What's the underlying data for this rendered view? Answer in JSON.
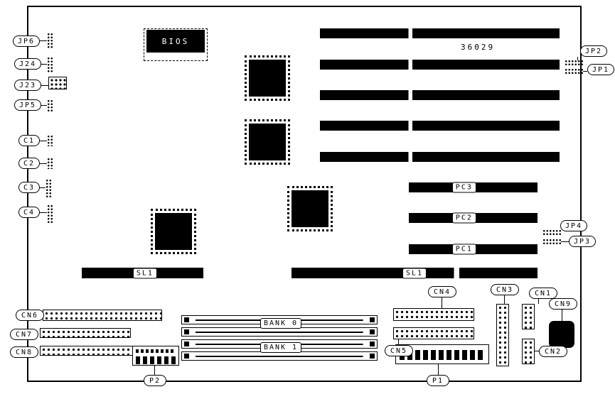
{
  "diagram": {
    "type": "motherboard-layout",
    "part_number": "36029",
    "bios_label": "BIOS"
  },
  "callouts": {
    "jp6": "JP6",
    "j24": "J24",
    "j23": "J23",
    "jp5": "JP5",
    "c1": "C1",
    "c2": "C2",
    "c3": "C3",
    "c4": "C4",
    "cn6": "CN6",
    "cn7": "CN7",
    "cn8": "CN8",
    "jp1": "JP1",
    "jp2": "JP2",
    "jp3": "JP3",
    "jp4": "JP4",
    "cn1": "CN1",
    "cn2": "CN2",
    "cn3": "CN3",
    "cn4": "CN4",
    "cn5": "CN5",
    "cn9": "CN9",
    "p1": "P1",
    "p2": "P2"
  },
  "slots": {
    "pc1": "PC1",
    "pc2": "PC2",
    "pc3": "PC3",
    "sl1_left": "SL1",
    "sl1_right": "SL1"
  },
  "memory": {
    "bank0": "BANK 0",
    "bank1": "BANK 1"
  },
  "colors": {
    "line": "#000000",
    "board": "#ffffff",
    "chip": "#000000"
  }
}
